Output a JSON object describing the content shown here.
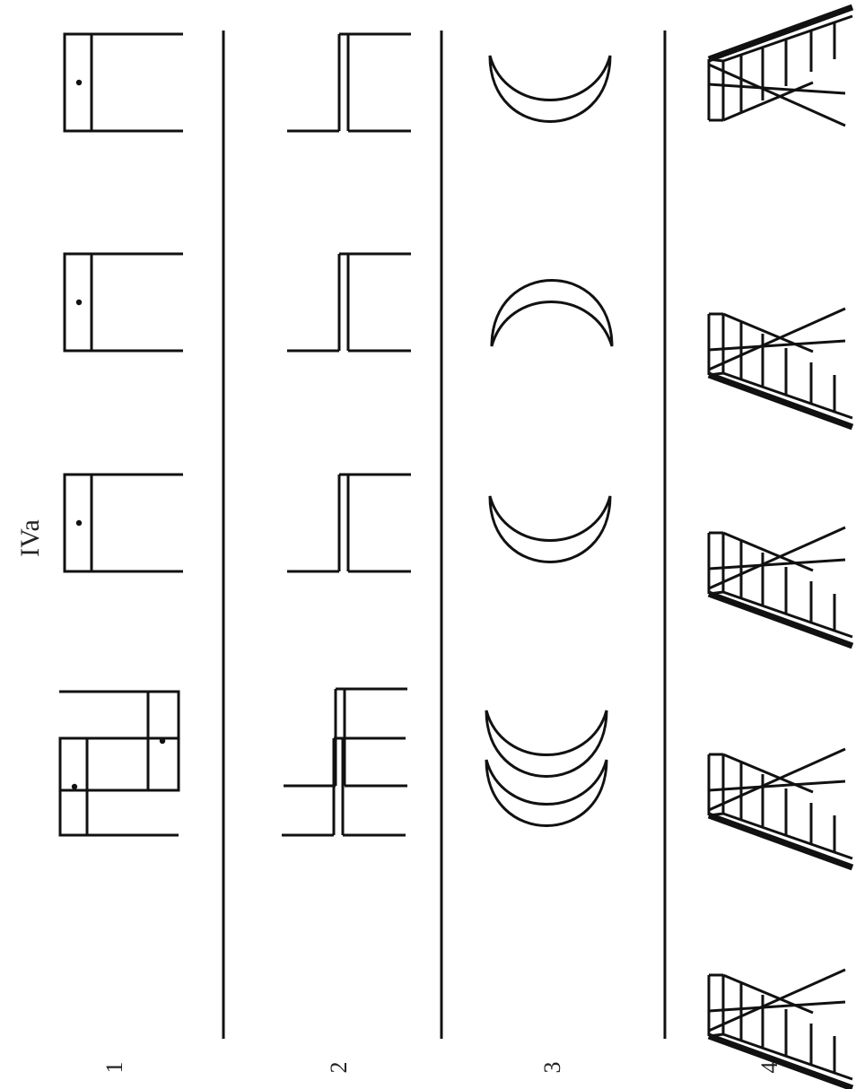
{
  "title": "IVa",
  "rows": [
    {
      "number": "1"
    },
    {
      "number": "2"
    },
    {
      "number": "3"
    },
    {
      "number": "4"
    }
  ]
}
